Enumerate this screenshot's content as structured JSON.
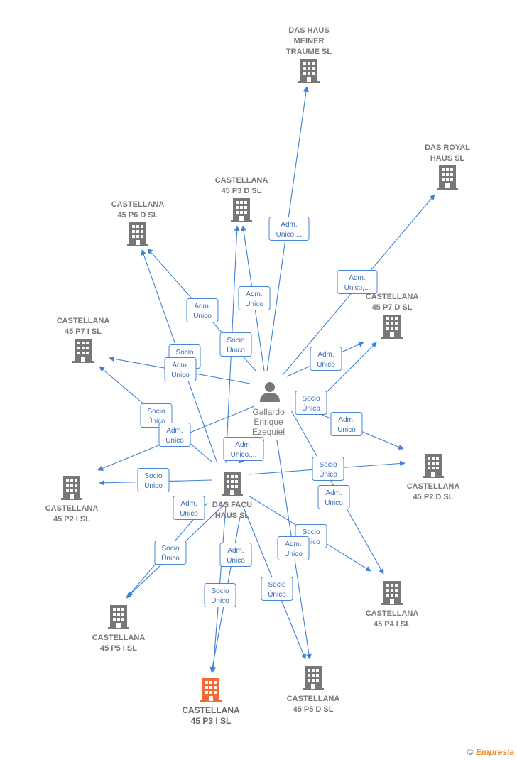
{
  "person": {
    "name_lines": [
      "Gallardo",
      "Enrique",
      "Ezequiel"
    ],
    "icon": "person-icon"
  },
  "companies": [
    {
      "id": "dasfacu",
      "lines": [
        "DAS FACU",
        "HAUS  SL"
      ],
      "color": "#777777"
    },
    {
      "id": "dashaus",
      "lines": [
        "DAS HAUS",
        "MEINER",
        "TRAUME  SL"
      ],
      "color": "#777777"
    },
    {
      "id": "dasroyal",
      "lines": [
        "DAS ROYAL",
        "HAUS  SL"
      ],
      "color": "#777777"
    },
    {
      "id": "p3d",
      "lines": [
        "CASTELLANA",
        "45 P3 D  SL"
      ],
      "color": "#777777"
    },
    {
      "id": "p6d",
      "lines": [
        "CASTELLANA",
        "45 P6 D  SL"
      ],
      "color": "#777777"
    },
    {
      "id": "p7i",
      "lines": [
        "CASTELLANA",
        "45 P7 I  SL"
      ],
      "color": "#777777"
    },
    {
      "id": "p7d",
      "lines": [
        "CASTELLANA",
        "45 P7 D  SL"
      ],
      "color": "#777777"
    },
    {
      "id": "p2i",
      "lines": [
        "CASTELLANA",
        "45 P2 I  SL"
      ],
      "color": "#777777"
    },
    {
      "id": "p2d",
      "lines": [
        "CASTELLANA",
        "45 P2 D  SL"
      ],
      "color": "#777777"
    },
    {
      "id": "p5i",
      "lines": [
        "CASTELLANA",
        "45 P5 I  SL"
      ],
      "color": "#777777"
    },
    {
      "id": "p4i",
      "lines": [
        "CASTELLANA",
        "45 P4 I  SL"
      ],
      "color": "#777777"
    },
    {
      "id": "p5d",
      "lines": [
        "CASTELLANA",
        "45 P5 D  SL"
      ],
      "color": "#777777"
    },
    {
      "id": "p3i",
      "lines": [
        "CASTELLANA",
        "45 P3 I  SL"
      ],
      "color": "#f26a36",
      "highlight": true
    }
  ],
  "relations": [
    {
      "lines": [
        "Adm.",
        "Unico,..."
      ]
    },
    {
      "lines": [
        "Adm.",
        "Unico,..."
      ]
    },
    {
      "lines": [
        "Adm.",
        "Unico"
      ]
    },
    {
      "lines": [
        "Adm.",
        "Unico"
      ]
    },
    {
      "lines": [
        "Socio",
        "Único"
      ]
    },
    {
      "lines": [
        "Socio",
        "Único"
      ]
    },
    {
      "lines": [
        "Adm.",
        "Unico"
      ]
    },
    {
      "lines": [
        "Adm.",
        "Unico"
      ]
    },
    {
      "lines": [
        "Socio",
        "Único"
      ]
    },
    {
      "lines": [
        "Socio",
        "Único"
      ]
    },
    {
      "lines": [
        "Adm.",
        "Unico"
      ]
    },
    {
      "lines": [
        "Adm.",
        "Unico"
      ]
    },
    {
      "lines": [
        "Adm.",
        "Unico,..."
      ]
    },
    {
      "lines": [
        "Socio",
        "Único"
      ]
    },
    {
      "lines": [
        "Socio",
        "Único"
      ]
    },
    {
      "lines": [
        "Adm.",
        "Unico"
      ]
    },
    {
      "lines": [
        "Adm.",
        "Unico"
      ]
    },
    {
      "lines": [
        "Socio",
        "Único"
      ]
    },
    {
      "lines": [
        "Socio",
        "Único"
      ]
    },
    {
      "lines": [
        "Adm.",
        "Unico"
      ]
    },
    {
      "lines": [
        "Adm.",
        "Unico"
      ]
    },
    {
      "lines": [
        "Socio",
        "Único"
      ]
    },
    {
      "lines": [
        "Socio",
        "Único"
      ]
    },
    {
      "lines": [
        "Socio",
        "Único"
      ]
    }
  ],
  "footer": {
    "copyright": "©",
    "brand": "Empresia"
  }
}
